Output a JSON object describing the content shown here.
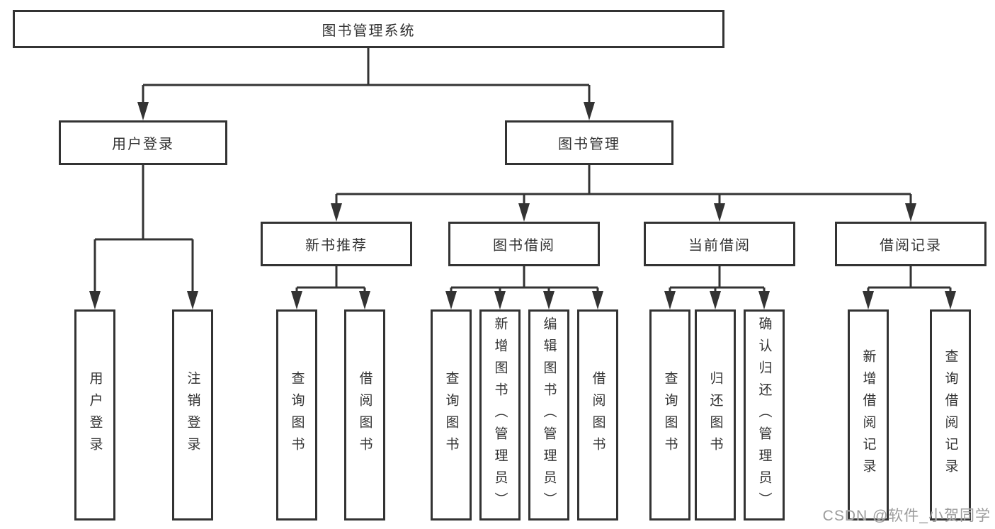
{
  "colors": {
    "line": "#333333",
    "box_border": "#333333",
    "text": "#333333",
    "background": "#ffffff",
    "watermark_text": "#9c9c9c"
  },
  "watermark": {
    "text": "CSDN @软件_小贺同学"
  },
  "tree": {
    "label": "图书管理系统",
    "children": [
      {
        "label": "用户登录",
        "children": [
          {
            "label": "用户登录"
          },
          {
            "label": "注销登录"
          }
        ]
      },
      {
        "label": "图书管理",
        "children": [
          {
            "label": "新书推荐",
            "children": [
              {
                "label": "查询图书"
              },
              {
                "label": "借阅图书"
              }
            ]
          },
          {
            "label": "图书借阅",
            "children": [
              {
                "label": "查询图书"
              },
              {
                "label": "新增图书（管理员）"
              },
              {
                "label": "编辑图书（管理员）"
              },
              {
                "label": "借阅图书"
              }
            ]
          },
          {
            "label": "当前借阅",
            "children": [
              {
                "label": "查询图书"
              },
              {
                "label": "归还图书"
              },
              {
                "label": "确认归还（管理员）"
              }
            ]
          },
          {
            "label": "借阅记录",
            "children": [
              {
                "label": "新增借阅记录"
              },
              {
                "label": "查询借阅记录"
              }
            ]
          }
        ]
      }
    ]
  }
}
